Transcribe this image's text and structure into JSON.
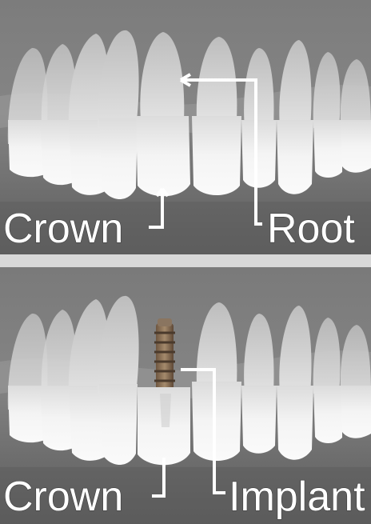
{
  "diagrams": [
    {
      "name": "natural-tooth",
      "labels": {
        "crown": "Crown",
        "root": "Root"
      }
    },
    {
      "name": "implant-tooth",
      "labels": {
        "crown": "Crown",
        "implant": "Implant"
      }
    }
  ],
  "colors": {
    "background": "#6b6b6b",
    "separator": "#d8d8d8",
    "tooth": "#f2f2f2",
    "gum": "#8a8a8a",
    "label": "#ffffff",
    "implant": "#8c6f52"
  }
}
